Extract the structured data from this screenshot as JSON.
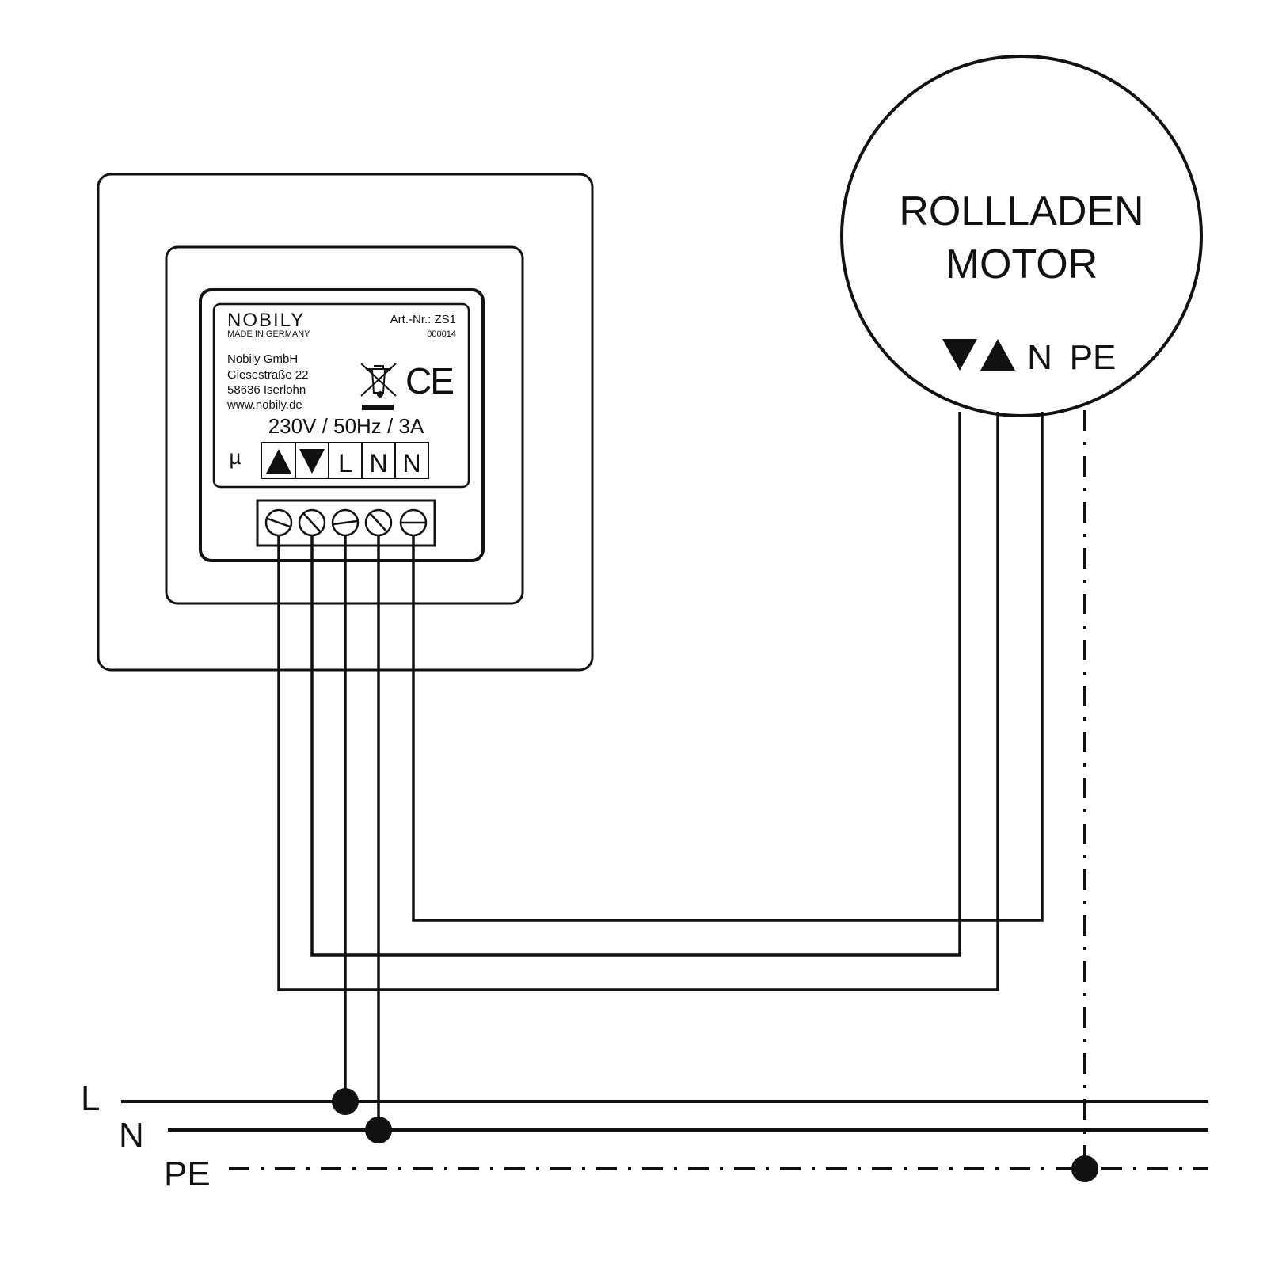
{
  "device": {
    "brand": "NOBILY",
    "made_in": "MADE IN GERMANY",
    "art_nr": "Art.-Nr.: ZS1",
    "serial": "000014",
    "address": [
      "Nobily GmbH",
      "Giesestraße 22",
      "58636 Iserlohn",
      "www.nobily.de"
    ],
    "ce_mark": "CE",
    "rating": "230V / 50Hz / 3A",
    "micro_symbol": "µ",
    "terminals": [
      {
        "label": "▲",
        "icon": "up-triangle-icon"
      },
      {
        "label": "▼",
        "icon": "down-triangle-icon"
      },
      {
        "label": "L"
      },
      {
        "label": "N"
      },
      {
        "label": "N"
      }
    ]
  },
  "motor": {
    "title_line1": "ROLLLADEN",
    "title_line2": "MOTOR",
    "terminals": [
      "▼",
      "▲",
      "N",
      "PE"
    ]
  },
  "mains": {
    "lines": [
      "L",
      "N",
      "PE"
    ]
  },
  "colors": {
    "ink": "#111111",
    "background": "#ffffff"
  }
}
